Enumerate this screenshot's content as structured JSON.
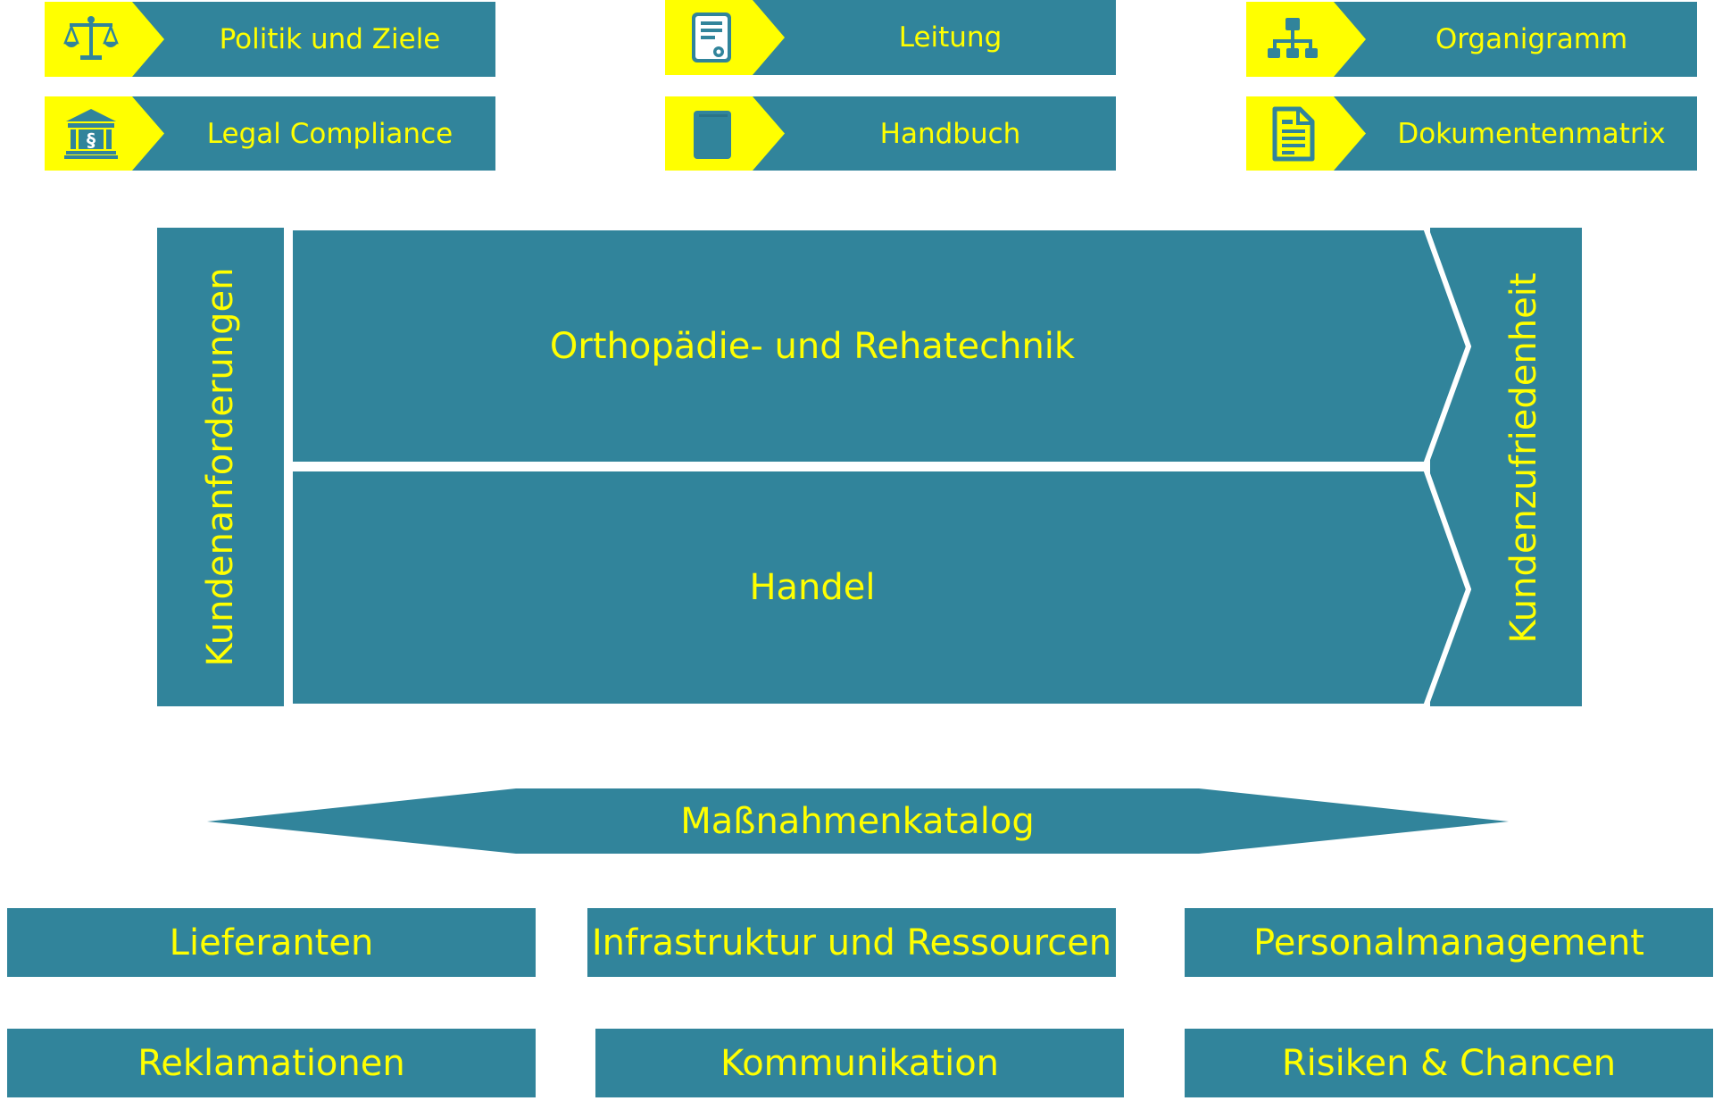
{
  "nav_tiles": [
    {
      "label": "Politik und Ziele",
      "icon": "scales-icon"
    },
    {
      "label": "Leitung",
      "icon": "certificate-document-icon"
    },
    {
      "label": "Organigramm",
      "icon": "org-chart-icon"
    },
    {
      "label": "Legal Compliance",
      "icon": "courthouse-paragraph-icon"
    },
    {
      "label": "Handbuch",
      "icon": "book-icon"
    },
    {
      "label": "Dokumentenmatrix",
      "icon": "document-icon"
    }
  ],
  "process": {
    "left_label": "Kundenanforderungen",
    "right_label": "Kundenzufriedenheit",
    "lanes": [
      "Orthopädie- und Rehatechnik",
      "Handel"
    ]
  },
  "catalog": {
    "label": "Maßnahmenkatalog"
  },
  "support_boxes": [
    "Lieferanten",
    "Infrastruktur und Ressourcen",
    "Personalmanagement",
    "Reklamationen",
    "Kommunikation",
    "Risiken & Chancen"
  ],
  "colors": {
    "primary": "#31849b",
    "accent": "#ffff00",
    "background": "#ffffff"
  }
}
